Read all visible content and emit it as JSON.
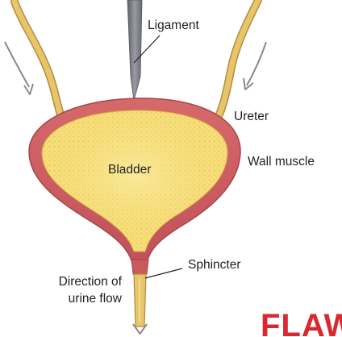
{
  "labels": {
    "ligament": "Ligament",
    "ureter": "Ureter",
    "wall_muscle": "Wall muscle",
    "bladder": "Bladder",
    "sphincter": "Sphincter",
    "direction_line1": "Direction of",
    "direction_line2": "urine flow"
  },
  "corner_text": "FLAW",
  "colors": {
    "wall": "#c95a5c",
    "wall_dark": "#a8444a",
    "interior": "#f6e07a",
    "interior_dots": "#e3b84d",
    "tube": "#e6c56b",
    "tube_edge": "#b68a3d",
    "ligament": "#7b7c82",
    "arrow": "#8a8a8a",
    "brand": "#d9282f"
  }
}
